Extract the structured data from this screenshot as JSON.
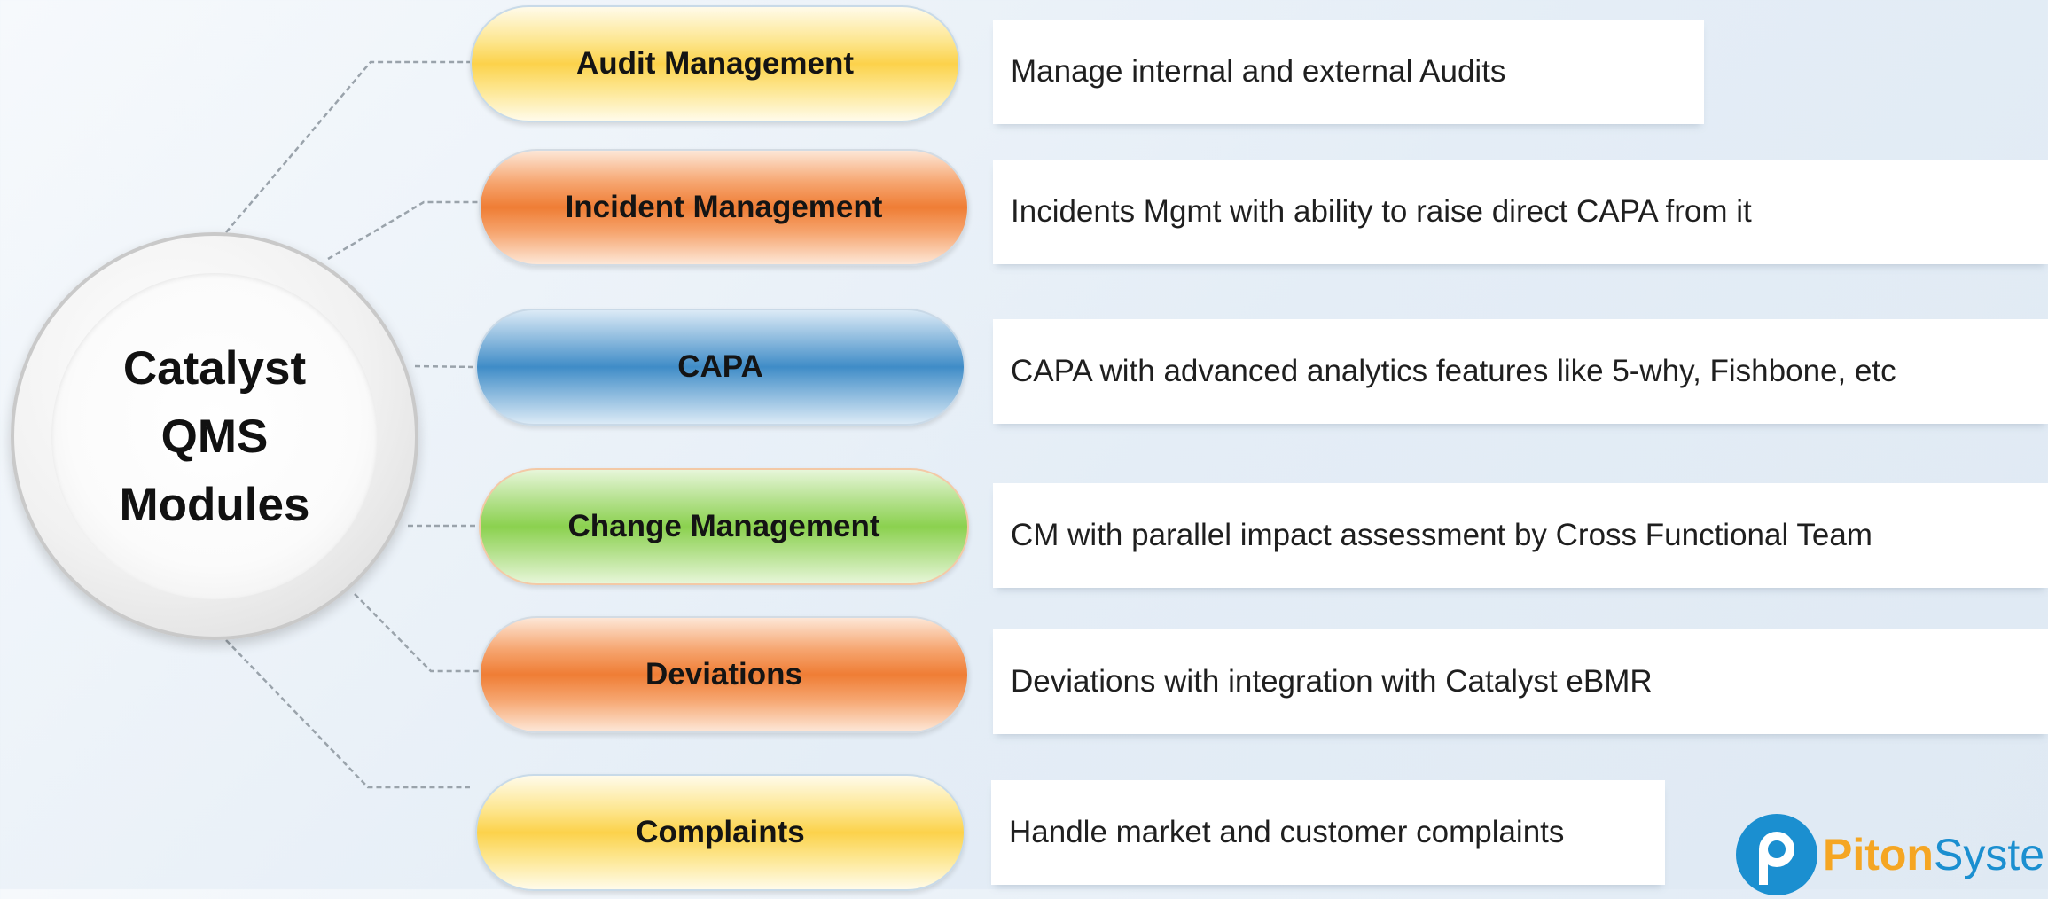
{
  "hub": {
    "title_lines": [
      "Catalyst",
      "QMS",
      "Modules"
    ]
  },
  "modules": [
    {
      "label": "Audit Management",
      "color": "#fcd24b",
      "description": "Manage internal and external Audits"
    },
    {
      "label": "Incident Management",
      "color": "#ef7d35",
      "description": "Incidents Mgmt with ability to raise direct CAPA from it"
    },
    {
      "label": "CAPA",
      "color": "#3f8cc7",
      "description": "CAPA with advanced analytics features like 5-why, Fishbone, etc"
    },
    {
      "label": "Change Management",
      "color": "#8bd14f",
      "description": "CM with parallel impact assessment by Cross Functional Team"
    },
    {
      "label": "Deviations",
      "color": "#ef7d35",
      "description": "Deviations with integration with Catalyst eBMR"
    },
    {
      "label": "Complaints",
      "color": "#fcd24b",
      "description": "Handle market and customer complaints"
    }
  ],
  "logo": {
    "part1": "Piton",
    "part2": "Syste",
    "colors": {
      "primary": "#1b8fd0",
      "accent": "#f5a623"
    }
  }
}
